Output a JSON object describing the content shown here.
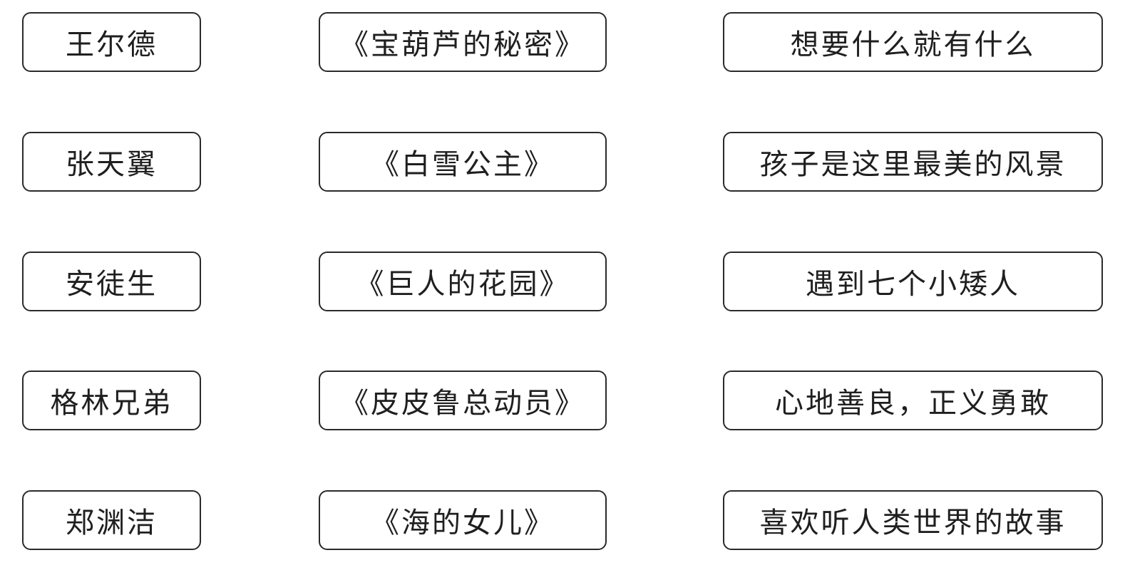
{
  "authors": [
    "王尔德",
    "张天翼",
    "安徒生",
    "格林兄弟",
    "郑渊洁"
  ],
  "books": [
    "《宝葫芦的秘密》",
    "《白雪公主》",
    "《巨人的花园》",
    "《皮皮鲁总动员》",
    "《海的女儿》"
  ],
  "descriptions": [
    "想要什么就有什么",
    "孩子是这里最美的风景",
    "遇到七个小矮人",
    "心地善良，正义勇敢",
    "喜欢听人类世界的故事"
  ],
  "colors": {
    "border": "#2a2a2a",
    "text": "#1f1f1f",
    "background": "#ffffff"
  }
}
